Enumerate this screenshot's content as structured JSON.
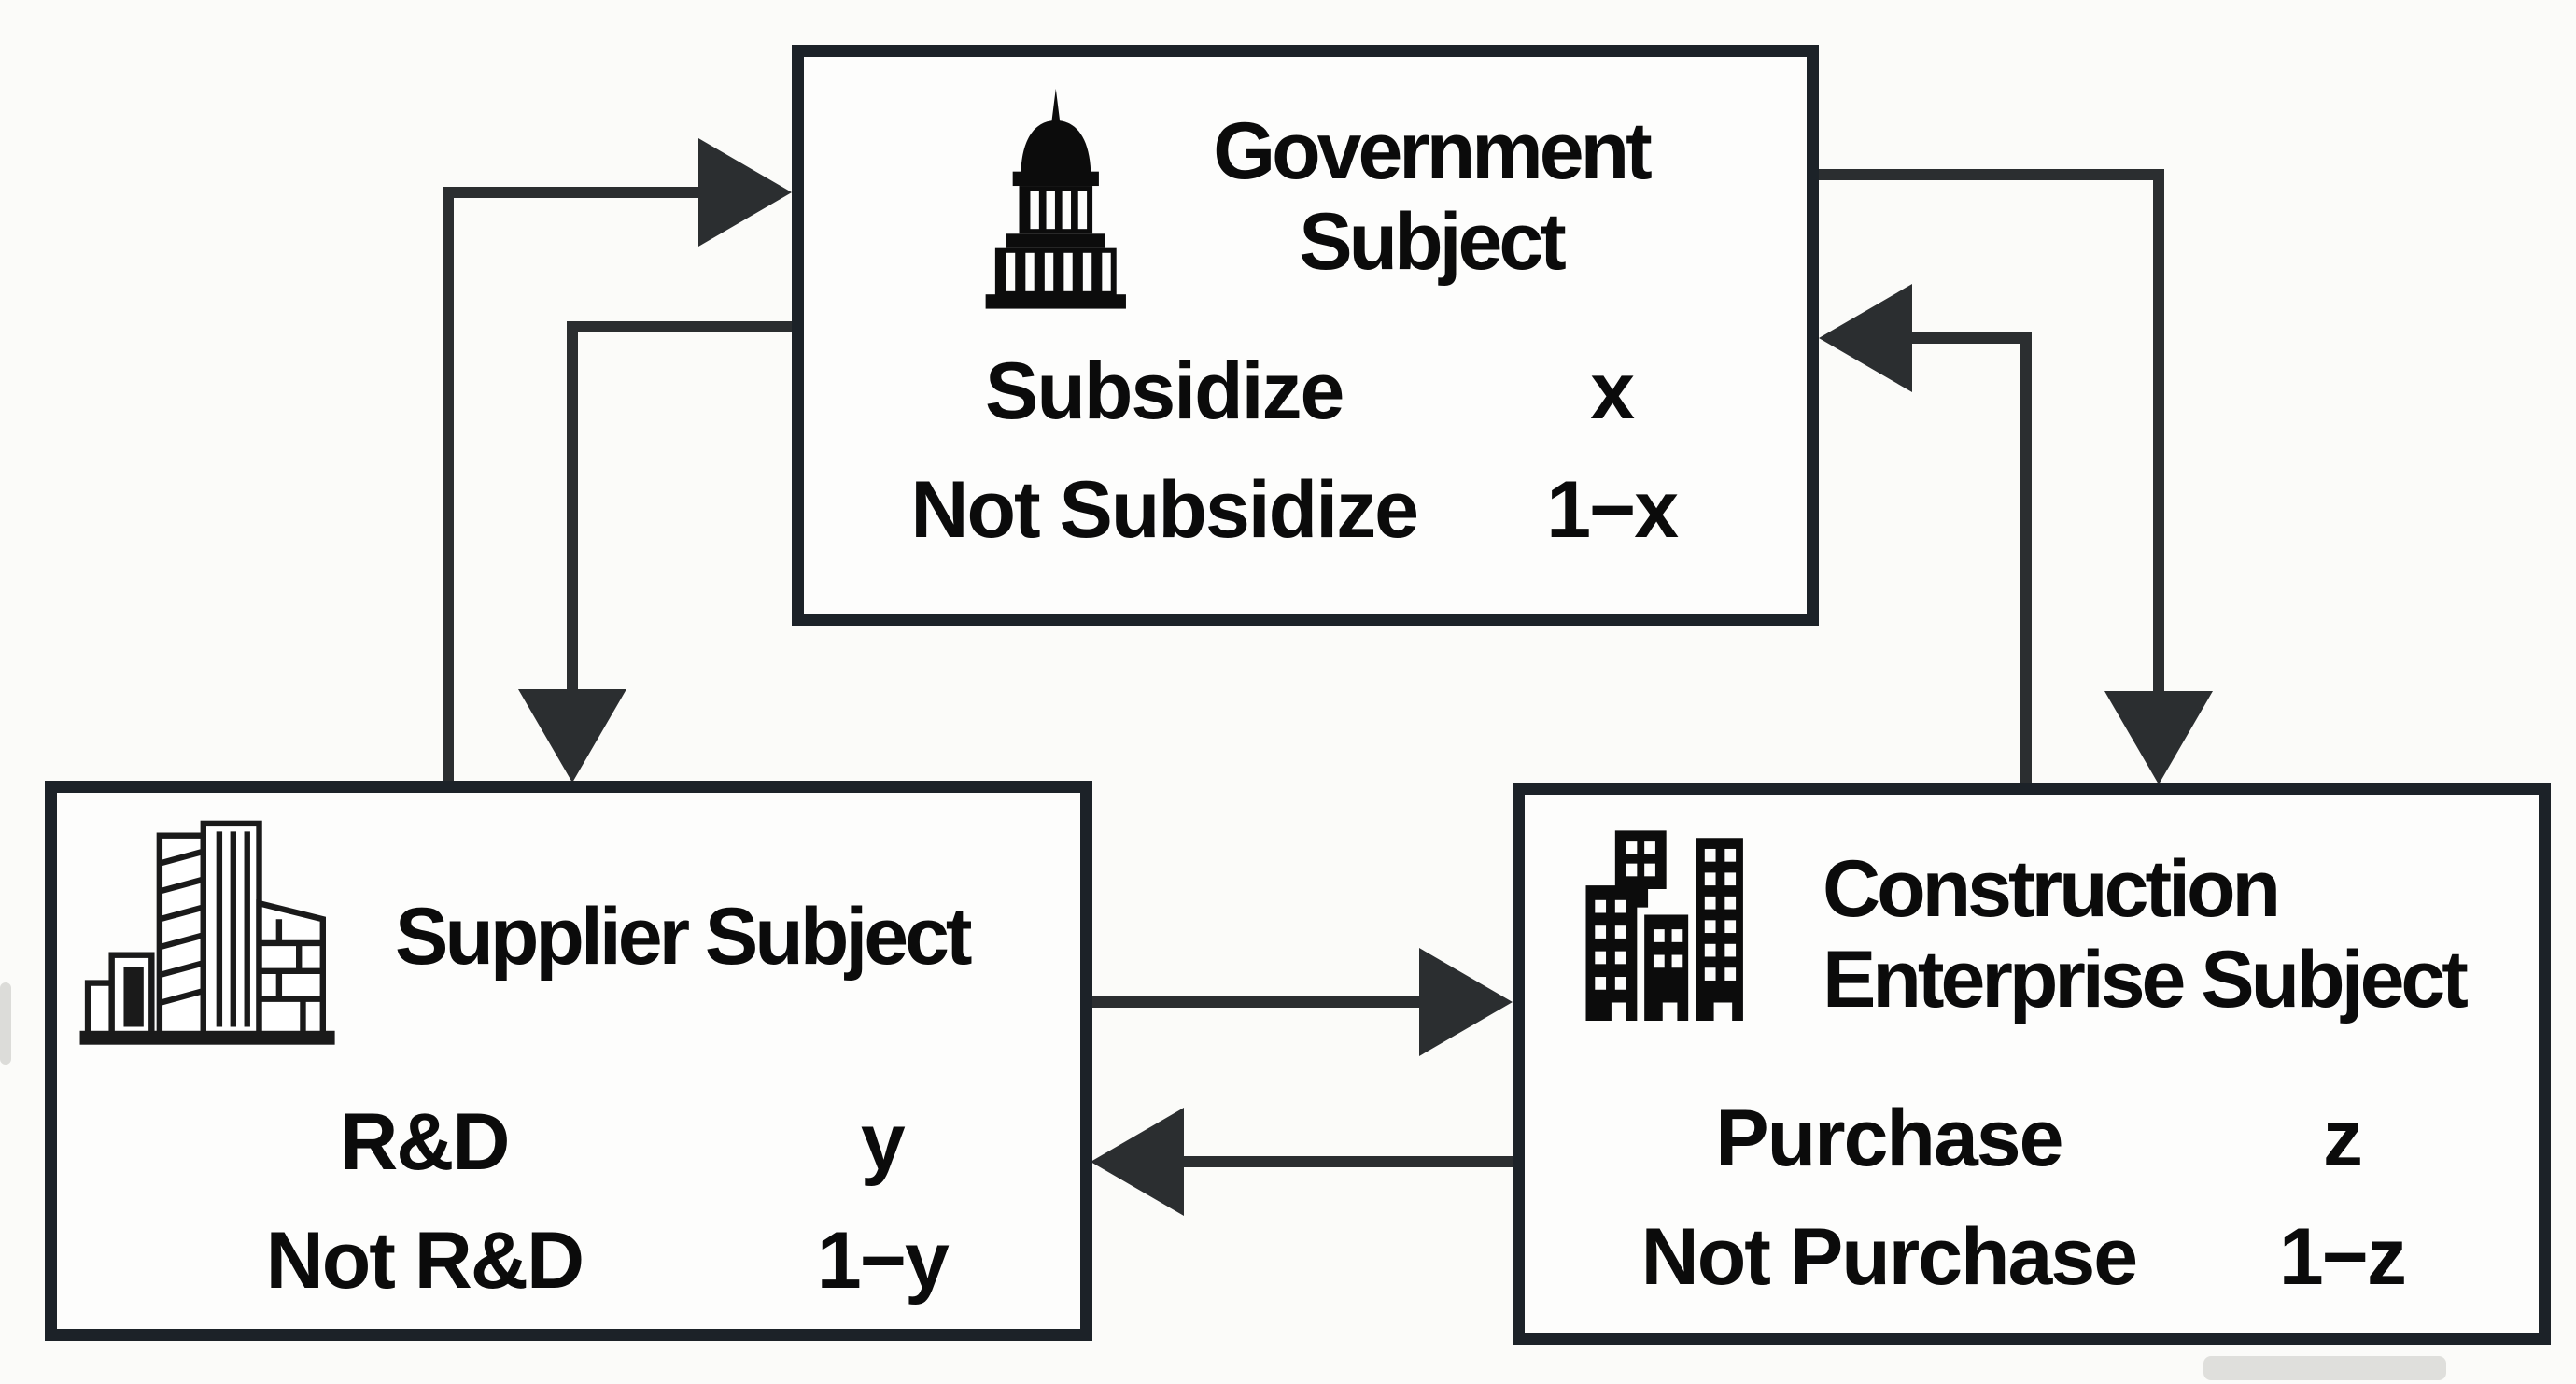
{
  "government": {
    "title_line1": "Government",
    "title_line2": "Subject",
    "rows": [
      {
        "label": "Subsidize",
        "value": "x"
      },
      {
        "label": "Not Subsidize",
        "value": "1−x"
      }
    ]
  },
  "supplier": {
    "title": "Supplier Subject",
    "rows": [
      {
        "label": "R&D",
        "value": "y"
      },
      {
        "label": "Not R&D",
        "value": "1−y"
      }
    ]
  },
  "construction": {
    "title_line1": "Construction",
    "title_line2": "Enterprise Subject",
    "rows": [
      {
        "label": "Purchase",
        "value": "z"
      },
      {
        "label": "Not Purchase",
        "value": "1−z"
      }
    ]
  },
  "icons": {
    "government": "capitol-building-icon",
    "supplier": "industrial-buildings-icon",
    "construction": "city-buildings-icon"
  },
  "colors": {
    "border": "#1c2228",
    "line": "#2b2e30",
    "text": "#0b0b0b",
    "canvas_bg": "#fbfbf9",
    "box_bg": "#fdfdfc",
    "artifact": "#d8d8d5"
  }
}
